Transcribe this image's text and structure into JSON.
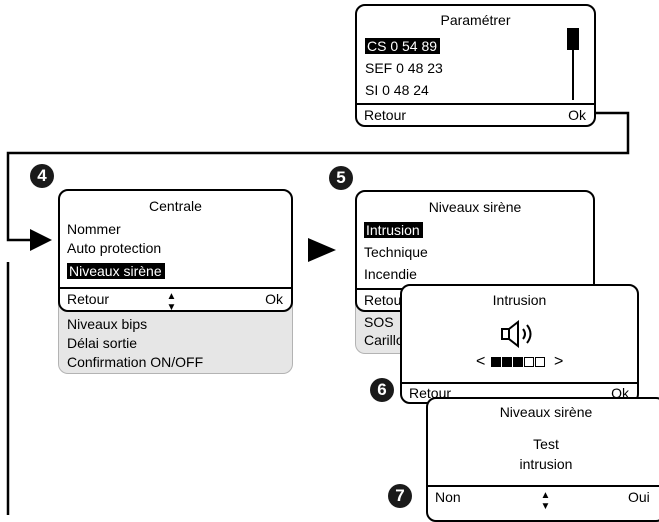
{
  "screen_parametrer": {
    "title": "Paramétrer",
    "items": [
      "CS 0 54 89",
      "SEF 0 48 23",
      "SI 0 48 24"
    ],
    "soft_left": "Retour",
    "soft_right": "Ok"
  },
  "steps": {
    "s4": "4",
    "s5": "5",
    "s6": "6",
    "s7": "7"
  },
  "screen_centrale": {
    "title": "Centrale",
    "items": [
      "Nommer",
      "Auto protection",
      "Niveaux sirène"
    ],
    "soft_left": "Retour",
    "soft_middle": "▲▼",
    "soft_right": "Ok",
    "more_items": [
      "Niveaux bips",
      "Délai sortie",
      "Confirmation ON/OFF"
    ]
  },
  "screen_niveaux": {
    "title": "Niveaux sirène",
    "items": [
      "Intrusion",
      "Technique",
      "Incendie"
    ],
    "soft_left": "Retour",
    "more_items": [
      "SOS",
      "Carillon"
    ]
  },
  "screen_intrusion": {
    "title": "Intrusion",
    "icon": "speaker-icon",
    "level_left": "<",
    "level_right": ">",
    "level": 3,
    "level_max": 5,
    "soft_left": "Retour",
    "soft_right": "Ok"
  },
  "screen_test": {
    "title": "Niveaux sirène",
    "line1": "Test",
    "line2": "intrusion",
    "soft_left": "Non",
    "soft_middle": "▲▼",
    "soft_right": "Oui"
  }
}
